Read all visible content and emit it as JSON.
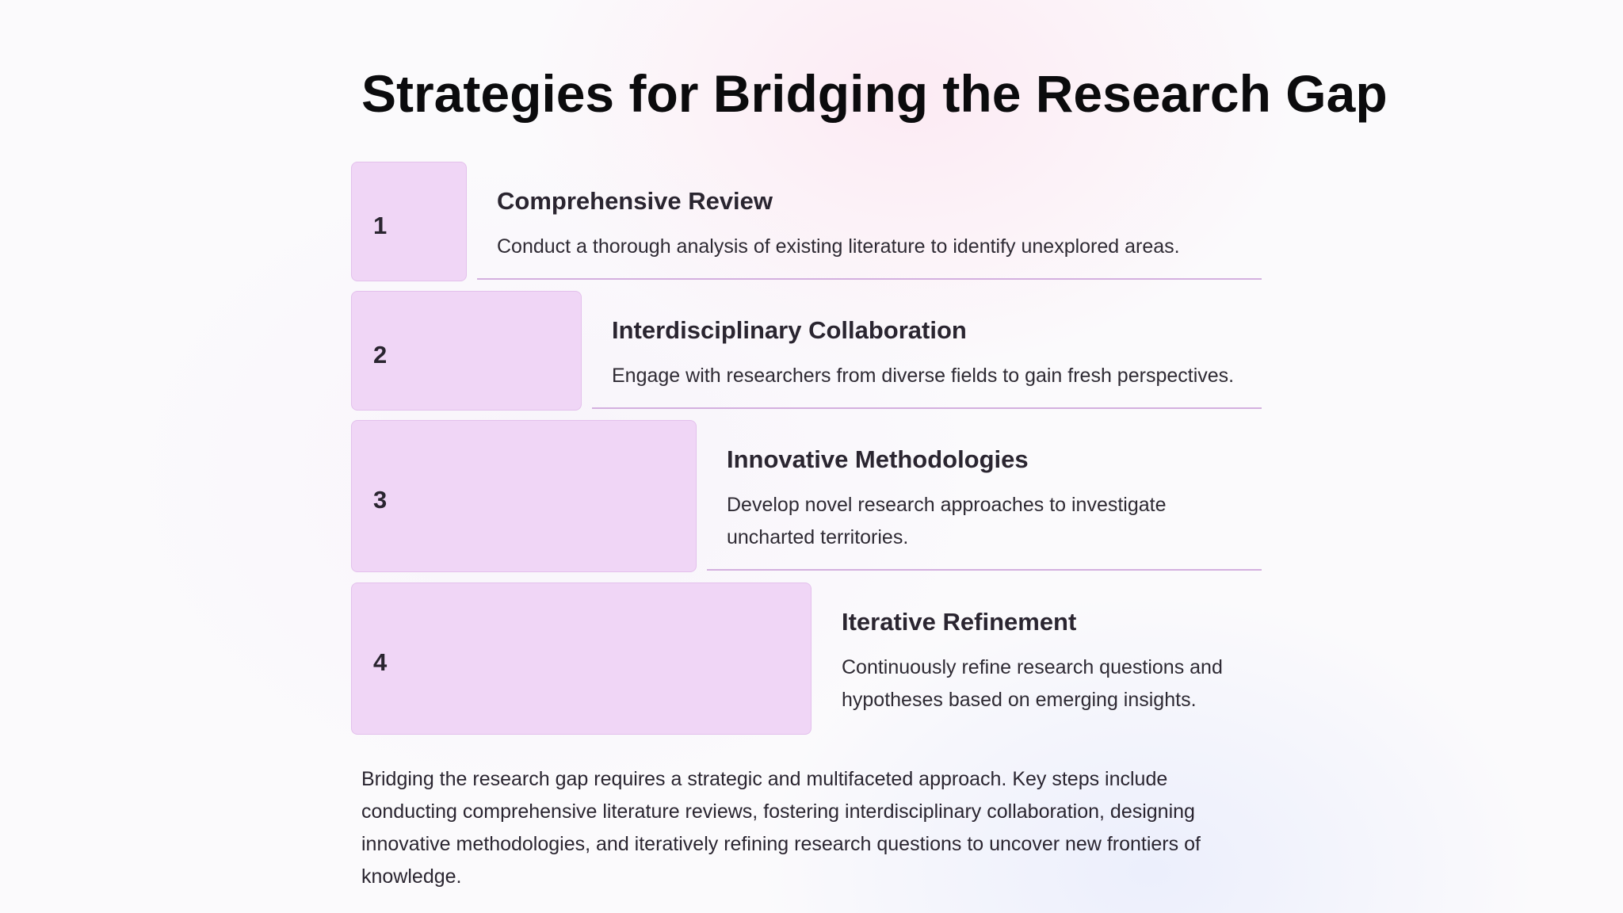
{
  "title": "Strategies for Bridging the Research Gap",
  "steps": [
    {
      "number": "1",
      "heading": "Comprehensive Review",
      "description": "Conduct a thorough analysis of existing literature to identify unexplored areas."
    },
    {
      "number": "2",
      "heading": "Interdisciplinary Collaboration",
      "description": "Engage with researchers from diverse fields to gain fresh perspectives."
    },
    {
      "number": "3",
      "heading": "Innovative Methodologies",
      "description": "Develop novel research approaches to investigate uncharted territories."
    },
    {
      "number": "4",
      "heading": "Iterative Refinement",
      "description": "Continuously refine research questions and hypotheses based on emerging insights."
    }
  ],
  "summary": "Bridging the research gap requires a strategic and multifaceted approach. Key steps include conducting comprehensive literature reviews, fostering interdisciplinary collaboration, designing innovative methodologies, and iteratively refining research questions to uncover new frontiers of knowledge.",
  "colors": {
    "box_fill": "#f0d6f6",
    "box_border": "#e3c0ec",
    "rule": "#d4b0df",
    "title": "#0b0b0d"
  }
}
